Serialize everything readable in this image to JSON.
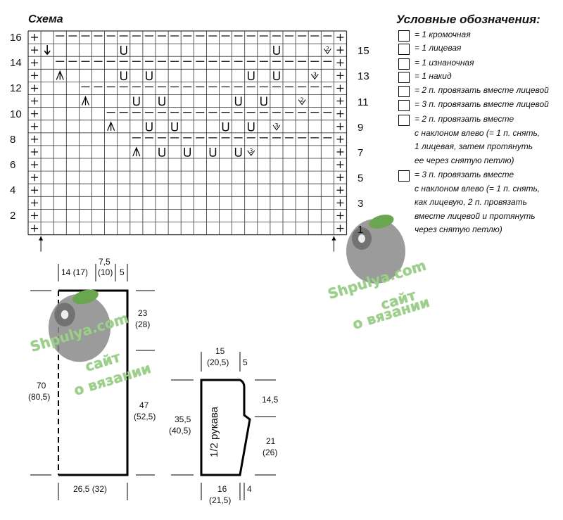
{
  "schema": {
    "title": "Схема",
    "left_row_numbers": [
      "16",
      "14",
      "12",
      "10",
      "8",
      "6",
      "4",
      "2"
    ],
    "right_row_numbers": [
      "15",
      "13",
      "11",
      "9",
      "7",
      "5",
      "3",
      "1"
    ]
  },
  "legend": {
    "title": "Условные обозначения:",
    "items": [
      {
        "icon": "edge-stitch-icon",
        "lines": [
          "= 1 кромочная"
        ]
      },
      {
        "icon": "knit-stitch-icon",
        "lines": [
          "= 1 лицевая"
        ]
      },
      {
        "icon": "purl-stitch-icon",
        "lines": [
          "= 1 изнаночная"
        ]
      },
      {
        "icon": "yarn-over-icon",
        "lines": [
          "= 1 накид"
        ]
      },
      {
        "icon": "k2tog-icon",
        "lines": [
          "= 2 п. провязать вместе лицевой"
        ]
      },
      {
        "icon": "k3tog-icon",
        "lines": [
          "= 3 п. провязать вместе лицевой"
        ]
      },
      {
        "icon": "ssk-icon",
        "lines": [
          "= 2 п. провязать вместе",
          "с наклоном влево (= 1 п. снять,",
          "1 лицевая, затем протянуть",
          "ее через снятую петлю)"
        ]
      },
      {
        "icon": "sk2p-icon",
        "lines": [
          "= 3 п. провязать вместе",
          "с наклоном влево (= 1 п. снять,",
          "как лицевую, 2 п. провязать",
          "вместе лицевой и протянуть",
          "через снятую петлю)"
        ]
      }
    ]
  },
  "body_pattern": {
    "top_dims": [
      "14 (17)",
      "7,5",
      "(10)",
      "5"
    ],
    "top_right": [
      "23",
      "(28)"
    ],
    "left_side": [
      "70",
      "(80,5)"
    ],
    "right_side": [
      "47",
      "(52,5)"
    ],
    "bottom": "26,5 (32)"
  },
  "sleeve_pattern": {
    "label": "1/2 рукава",
    "top": [
      "15",
      "(20,5)"
    ],
    "top_small": "5",
    "right_upper": "14,5",
    "left": [
      "35,5",
      "(40,5)"
    ],
    "right_lower": [
      "21",
      "(26)"
    ],
    "bottom": [
      "16",
      "(21,5)"
    ],
    "bottom_small": "4"
  },
  "watermark": {
    "name": "Shpulya.com",
    "line2": "сайт",
    "line3": "о вязании"
  },
  "colors": {
    "line": "#000000",
    "grid": "#333333",
    "watermark_green": "#9ccf8a",
    "spool_gray": "#8a8a8a"
  }
}
